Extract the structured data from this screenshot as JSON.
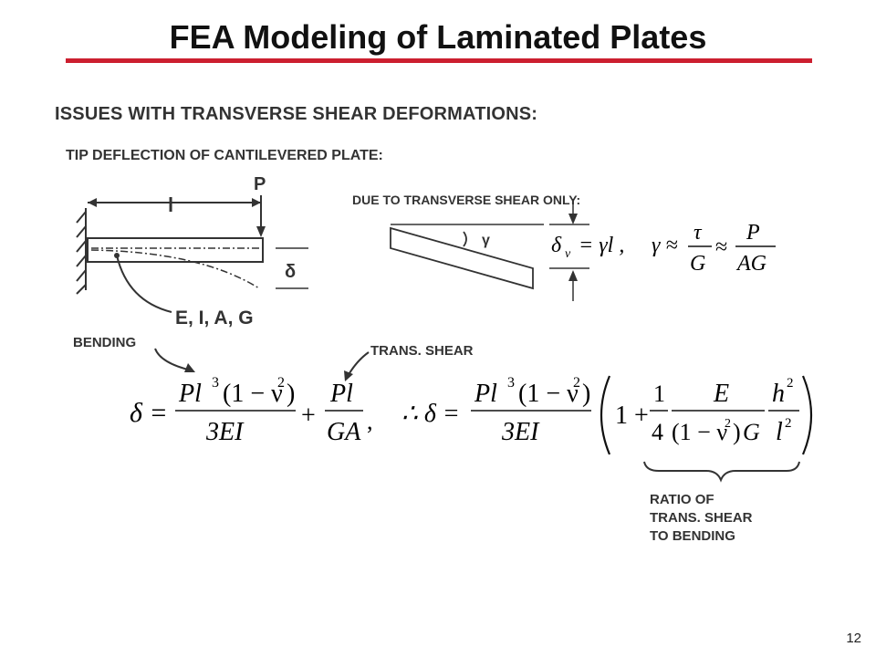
{
  "slide": {
    "title": "FEA Modeling of Laminated Plates",
    "page_number": "12",
    "accent_color": "#cc1f2f"
  },
  "headings": {
    "issues": "ISSUES WITH TRANSVERSE SHEAR DEFORMATIONS:",
    "tip_deflection": "TIP DEFLECTION OF CANTILEVERED PLATE:"
  },
  "figure_labels": {
    "length": "l",
    "load": "P",
    "deflection": "δ",
    "properties": "E, I, A, G",
    "shear_only": "DUE TO TRANSVERSE SHEAR ONLY:",
    "gamma": "γ",
    "bending": "BENDING",
    "trans_shear": "TRANS. SHEAR",
    "ratio_line1": "RATIO OF",
    "ratio_line2": "TRANS. SHEAR",
    "ratio_line3": "TO BENDING"
  },
  "equations": {
    "delta_v": "δ",
    "delta_v_sub": "v",
    "delta_v_rhs": "= γl ,",
    "gamma_lhs": "γ ≈",
    "tau": "τ",
    "G": "G",
    "approx": "≈",
    "P": "P",
    "AG": "AG",
    "delta_lhs": "δ =",
    "Pl": "Pl",
    "cube": "3",
    "one_minus_nu": "(1 − ν",
    "sq": "2",
    "close_paren": ")",
    "threeEI": "3EI",
    "plus": "+",
    "Pl2": "Pl",
    "GA": "GA",
    "comma": ",",
    "therefore": "∴ δ =",
    "one_plus": "1 +",
    "one": "1",
    "four": "4",
    "E": "E",
    "h": "h",
    "l": "l"
  }
}
